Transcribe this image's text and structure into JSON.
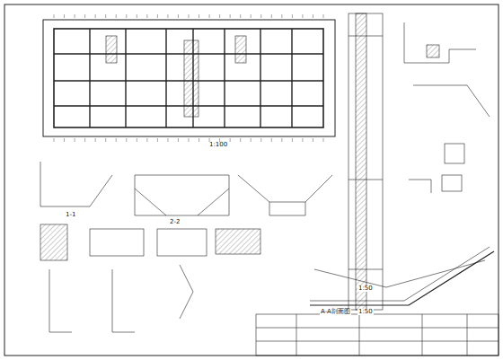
{
  "diagram": {
    "labels": [
      "1:100",
      "1-1",
      "2-2",
      "1:50",
      "A-A剖面图",
      "1:50"
    ]
  }
}
